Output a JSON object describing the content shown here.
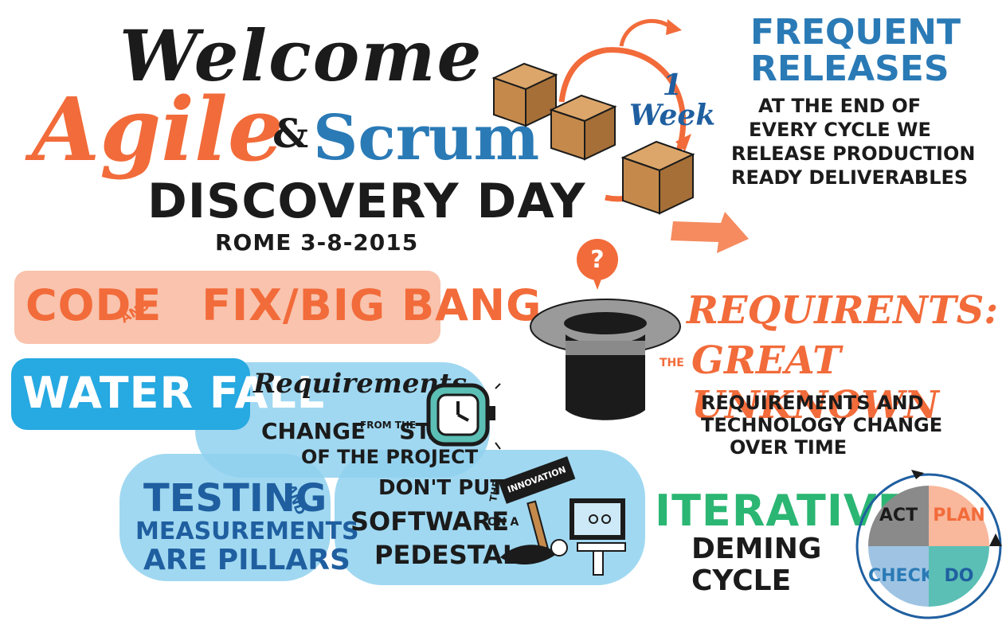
{
  "title": {
    "welcome": "Welcome",
    "agile": "Agile",
    "ampersand": "&",
    "scrum": "Scrum",
    "discovery_day": "DISCOVERY DAY",
    "place_date": "ROME 3-8-2015"
  },
  "code_fix": {
    "code": "CODE",
    "and": "AND",
    "fix_big_bang": "FIX/BIG BANG"
  },
  "waterfall": {
    "label": "WATER FALL",
    "requirements": "Requirements",
    "change": "CHANGE",
    "from_the": "FROM THE",
    "start": "START",
    "of_the_project": "OF THE PROJECT"
  },
  "testing": {
    "testing": "TESTING",
    "and": "AND",
    "measurements": "MEASUREMENTS",
    "are_pillars": "ARE PILLARS"
  },
  "pedestal": {
    "dont_put": "DON'T PUT",
    "the": "THE",
    "software": "SOFTWARE",
    "on_a": "ON A",
    "pedestal": "PEDESTAL",
    "sign": "INNOVATION"
  },
  "releases": {
    "line1": "FREQUENT",
    "line2": "RELEASES",
    "cycle_1": "1",
    "cycle_week": "Week",
    "body_line1": "AT THE END OF",
    "body_line2": "EVERY CYCLE WE",
    "body_line3": "RELEASE PRODUCTION",
    "body_line4": "READY DELIVERABLES"
  },
  "requirements_unknown": {
    "heading": "REQUIRENTS:",
    "the": "THE",
    "great_unknown": "GREAT UNKNOWN",
    "question": "?",
    "body_line1": "REQUIREMENTS AND",
    "body_line2": "TECHNOLOGY CHANGE",
    "body_line3": "OVER TIME"
  },
  "iterative": {
    "label": "ITERATIVE",
    "deming": "DEMING",
    "cycle": "CYCLE",
    "quadrants": {
      "act": "ACT",
      "plan": "PLAN",
      "check": "CHECK",
      "do": "DO"
    }
  },
  "colors": {
    "orange": "#f26b3a",
    "peach": "#f9c3ad",
    "blue": "#2a7ab6",
    "sky": "#27a9e1",
    "light_sky": "#8fd1ef",
    "green": "#2bb673",
    "box_brown": "#c58a4b"
  },
  "icons": {
    "boxes": "cardboard-box-icon",
    "cycle_arrow": "circular-arrow-icon",
    "delivery_arrow": "arrow-right-icon",
    "hat": "top-hat-icon",
    "question_bubble": "question-bubble-icon",
    "clock": "clock-icon",
    "computer": "computer-icon",
    "hammer": "hammer-icon"
  }
}
